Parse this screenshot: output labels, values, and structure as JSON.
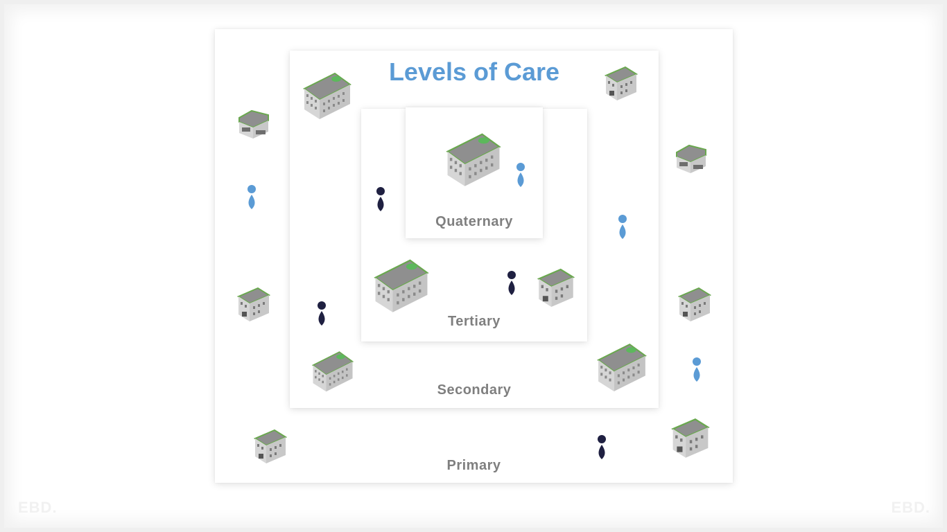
{
  "diagram": {
    "title": "Levels of Care",
    "levels": {
      "quaternary": "Quaternary",
      "tertiary": "Tertiary",
      "secondary": "Secondary",
      "primary": "Primary"
    }
  },
  "branding": {
    "watermark": "EBD."
  },
  "colors": {
    "title": "#5b9bd5",
    "label": "#7f7f7f",
    "roof": "#8f8f8f",
    "roof_edge": "#6aa84f",
    "helipad": "#5cb85c",
    "person_light": "#5b9bd5",
    "person_dark": "#1f2041"
  },
  "icons": {
    "hospital": "hospital-building-icon",
    "clinic": "clinic-building-icon",
    "pharmacy": "pharmacy-building-icon",
    "person": "person-icon"
  }
}
